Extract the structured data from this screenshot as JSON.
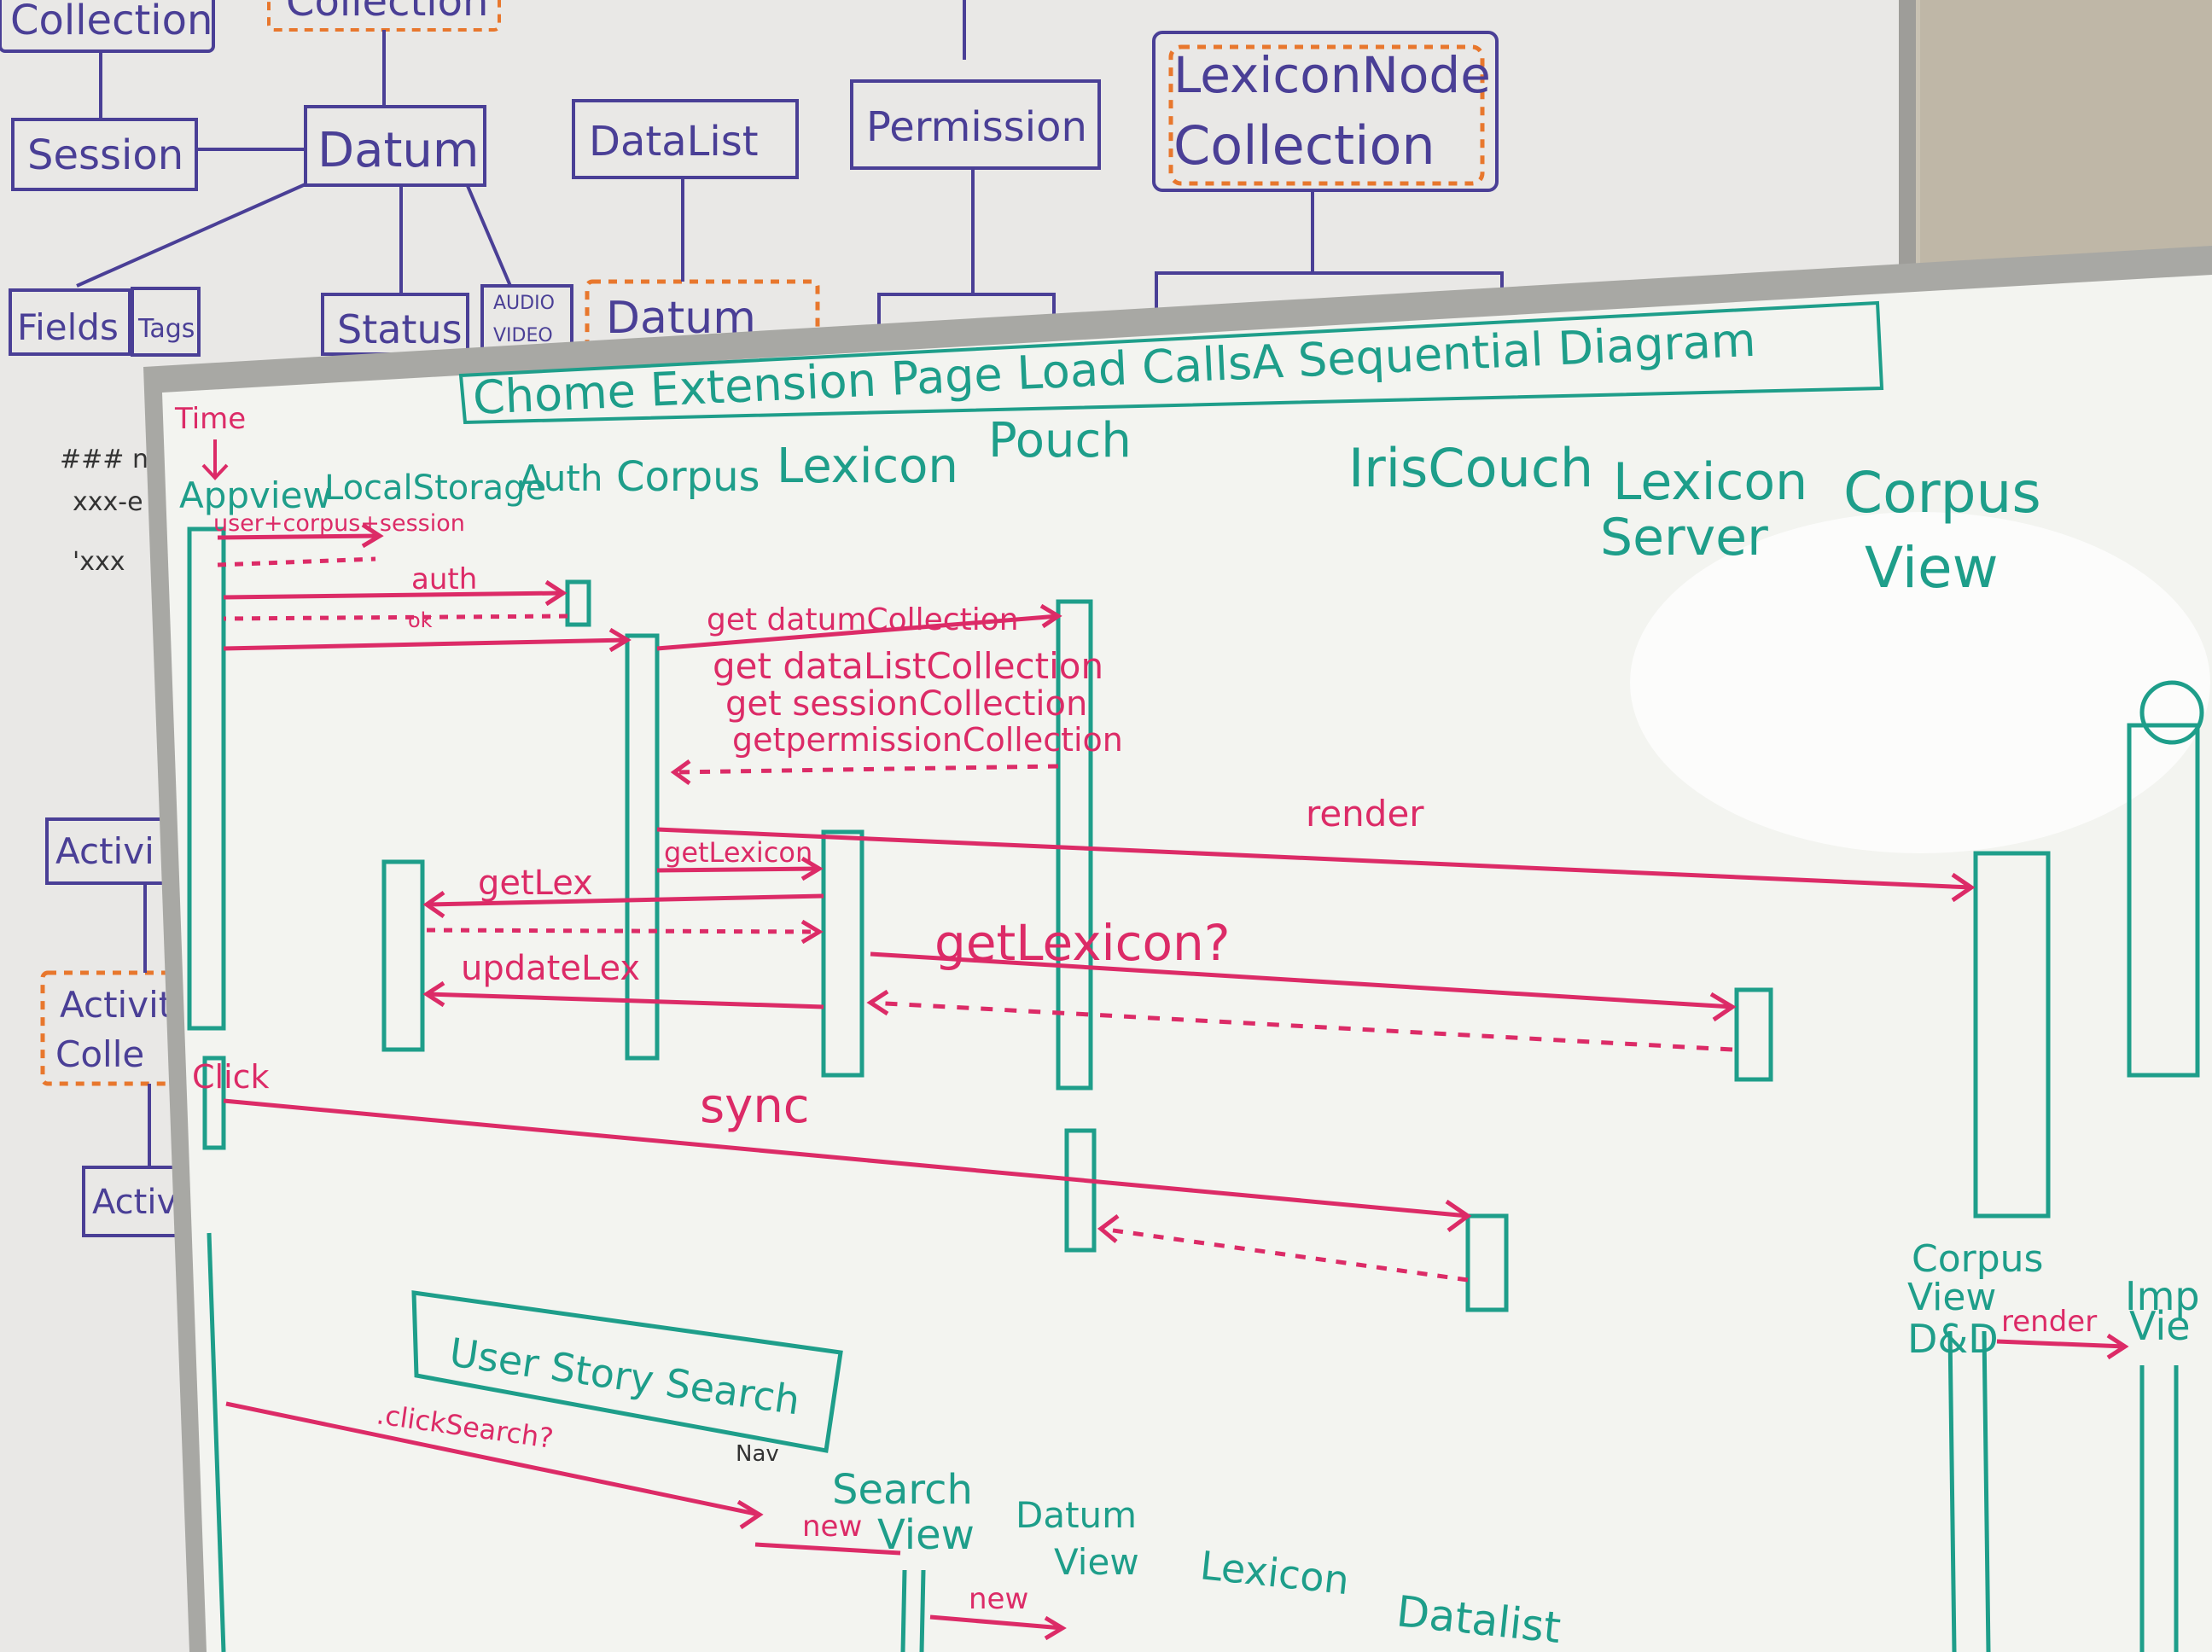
{
  "colors": {
    "teal_marker": "#1e9e8a",
    "pink_marker": "#dc2b67",
    "purple_marker": "#4a3f96",
    "orange_marker": "#e8772d",
    "board_white": "#f3f4f0",
    "back_board": "#e7e6e4",
    "wall": "#c9c2b3",
    "frame": "#a8a8a4"
  },
  "back_board": {
    "boxes": {
      "collection_a": "Collection",
      "collection_b": "Collection",
      "session": "Session",
      "datum": "Datum",
      "datalist": "DataList",
      "permission": "Permission",
      "lexicon_node_1": "LexiconNode",
      "lexicon_node_2": "Collection",
      "fields": "Fields",
      "tags": "Tags",
      "status": "Status",
      "audio": "AUDIO",
      "video": "VIDEO",
      "datum_collection": "Datum",
      "activity": "Activi",
      "activity_coll_1": "Activity",
      "activity_coll_2": "Colle",
      "activity_b": "Activi"
    },
    "notes": [
      "### ne",
      "xxx-e",
      "'xxx"
    ]
  },
  "front_board": {
    "title": "Chome Extension Page Load CallsA  Sequential Diagram",
    "time_label": "Time",
    "lifelines": {
      "appview": "Appview",
      "localstorage": "LocalStorage",
      "auth": "Auth",
      "corpus": "Corpus",
      "lexicon": "Lexicon",
      "pouch": "Pouch",
      "iriscouch": "IrisCouch",
      "lexicon_server_1": "Lexicon",
      "lexicon_server_2": "Server",
      "corpus_view_1": "Corpus",
      "corpus_view_2": "View"
    },
    "messages": {
      "user_corpus_session": "user+corpus+session",
      "auth": "auth",
      "ok": "ok",
      "get_datum": "get datumCollection",
      "get_datalist": "get dataListCollection",
      "get_session": "get sessionCollection",
      "get_permission": "getpermissionCollection",
      "render": "render",
      "get_lexicon": "getLexicon",
      "get_lex": "getLex",
      "update_lex": "updateLex",
      "get_lexicon_q": "getLexicon?",
      "click": "Click",
      "sync": "sync"
    },
    "lower": {
      "story_box": "User Story Search",
      "click_search": ".clickSearch?",
      "nav": "Nav",
      "search_view_1": "Search",
      "search_view_2": "View",
      "new_1": "new",
      "new_2": "new",
      "datum_view_1": "Datum",
      "datum_view_2": "View",
      "lexicon": "Lexicon",
      "datalist": "Datalist",
      "corpus_view_d_1": "Corpus",
      "corpus_view_d_2": "View",
      "dd": "D&D",
      "render_small": "render",
      "imp_1": "Imp",
      "imp_2": "Vie"
    }
  }
}
